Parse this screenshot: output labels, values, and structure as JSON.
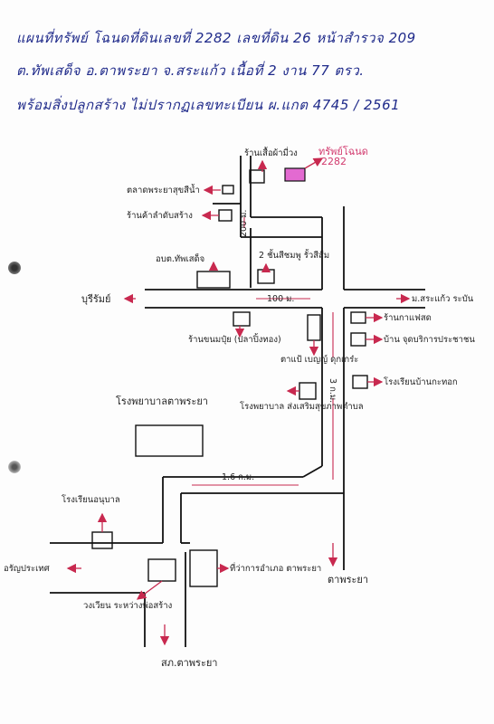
{
  "header": {
    "line1": "แผนที่ทรัพย์ โฉนดที่ดินเลขที่ 2282 เลขที่ดิน 26 หน้าสำรวจ 209",
    "line2": "ต.ทัพเสด็จ อ.ตาพระยา จ.สระแก้ว เนื้อที่ 2 งาน 77 ตรว.",
    "line3": "พร้อมสิ่งปลูกสร้าง ไม่ปรากฏเลขทะเบียน  ผ.แกต 4745 / 2561"
  },
  "map": {
    "target_label": "ทรัพย์โฉนด",
    "target_number": "2282",
    "places": {
      "shop_top": "ร้านเสื้อผ้ามี่วง",
      "water_tower": "ตลาดพระยาสุขสีน้ำ",
      "house_shop": "ร้านค้าลำดับสร้าง",
      "obt": "อบต.ทัพเสด็จ",
      "two_storey": "2 ชั้นสีชมพู รั้วสีส้ม",
      "buriram": "บุรีรัมย์",
      "sa_khao_rd": "ม.สระแก้ว ระบัน",
      "rice_shop": "ร้านขนมปุ๋ย (ปลาปิ้งทอง)",
      "teacher_home": "ตาแป้ เบญญ์ ดุกเกร๋ะ",
      "right_shop1": "ร้านกาแฟสด",
      "right_shop2": "บ้าน จุดบริการประชาชน",
      "hospital_small": "โรงพยาบาล ส่งเสริมสุขภาพตำบล",
      "right_school": "โรงเรียนบ้านกะทอก",
      "hospital": "โรงพยาบาลตาพระยา",
      "school_left": "โรงเรียนอนุบาล",
      "aranya": "อรัญประเทศ",
      "district": "ที่ว่าการอำเภอ ตาพระยา",
      "temple": "วงเวียน ระหว่างพ่อสร้าง",
      "taphraya": "ตาพระยา",
      "police": "สภ.ตาพระยา"
    },
    "distances": {
      "d200": "200 ม.",
      "d100": "100 ม.",
      "d3km": "3 ก.ม.",
      "d16": "1.6 ก.ม."
    },
    "colors": {
      "ink": "#111111",
      "arrow": "#c8294f",
      "target_fill": "#e36ad1"
    }
  }
}
